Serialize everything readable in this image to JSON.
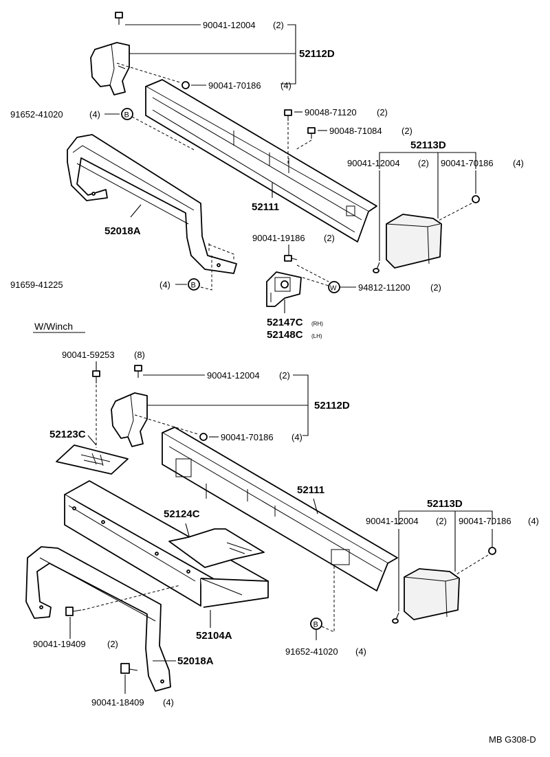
{
  "upper": {
    "p_90041_12004_top": "90041-12004",
    "q_90041_12004_top": "(2)",
    "p_52112D": "52112D",
    "p_90041_70186_top": "90041-70186",
    "q_90041_70186_top": "(4)",
    "p_91652_41020": "91652-41020",
    "q_91652_41020": "(4)",
    "b_marker_1": "B",
    "p_90048_71120": "90048-71120",
    "q_90048_71120": "(2)",
    "p_90048_71084": "90048-71084",
    "q_90048_71084": "(2)",
    "p_52113D": "52113D",
    "p_90041_12004_r": "90041-12004",
    "q_90041_12004_r": "(2)",
    "p_90041_70186_r": "90041-70186",
    "q_90041_70186_r": "(4)",
    "p_52111": "52111",
    "p_52018A": "52018A",
    "p_90041_19186": "90041-19186",
    "q_90041_19186": "(2)",
    "p_91659_41225": "91659-41225",
    "q_91659_41225": "(4)",
    "b_marker_2": "B",
    "w_marker": "W",
    "p_94812_11200": "94812-11200",
    "q_94812_11200": "(2)",
    "p_52147C": "52147C",
    "s_52147C": "(RH)",
    "p_52148C": "52148C",
    "s_52148C": "(LH)"
  },
  "section_title": "W/Winch",
  "lower": {
    "p_90041_59253": "90041-59253",
    "q_90041_59253": "(8)",
    "p_90041_12004": "90041-12004",
    "q_90041_12004": "(2)",
    "p_52112D": "52112D",
    "p_52123C": "52123C",
    "p_90041_70186": "90041-70186",
    "q_90041_70186": "(4)",
    "p_52111": "52111",
    "p_52113D": "52113D",
    "p_90041_12004_r": "90041-12004",
    "q_90041_12004_r": "(2)",
    "p_90041_70186_r": "90041-70186",
    "q_90041_70186_r": "(4)",
    "p_52124C": "52124C",
    "p_90041_19409": "90041-19409",
    "q_90041_19409": "(2)",
    "p_52104A": "52104A",
    "b_marker": "B",
    "p_91652_41020": "91652-41020",
    "q_91652_41020": "(4)",
    "p_52018A": "52018A",
    "p_90041_18409": "90041-18409",
    "q_90041_18409": "(4)"
  },
  "footer_code": "MB G308-D"
}
